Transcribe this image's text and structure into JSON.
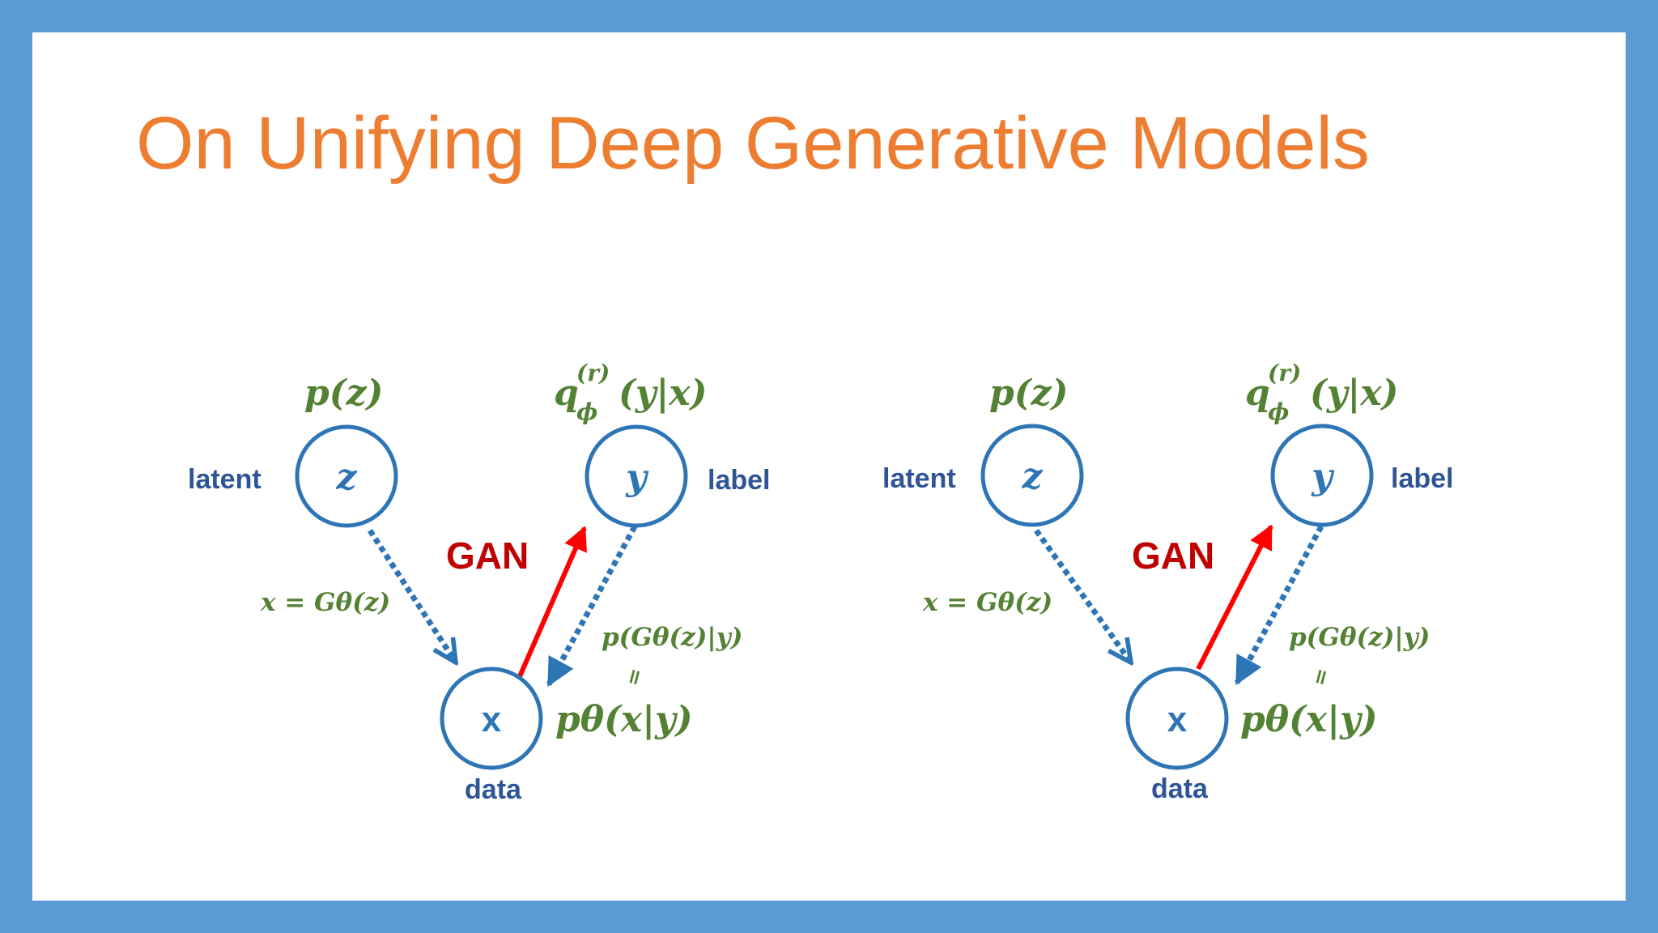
{
  "slide": {
    "title": "On Unifying Deep Generative Models",
    "colors": {
      "frame": "#5b9bd5",
      "title": "#ed7d31",
      "node": "#2e75b6",
      "role_label": "#2f5597",
      "gan": "#c00000",
      "math": "#548235",
      "red_arrow": "#ff0000"
    }
  },
  "diagrams": [
    {
      "latent_label": "latent",
      "label_label": "label",
      "data_label": "data",
      "gan_label": "GAN",
      "z_node": "z",
      "y_node": "y",
      "x_node": "x",
      "prior_formula": "p(z)",
      "q_base": "q",
      "q_sub": "ϕ",
      "q_sup": "(r)",
      "q_args": "(y|x)",
      "generator_formula": "x = Gθ(z)",
      "conditional_top": "p(Gθ(z)|y)",
      "equals_symbol": "=",
      "conditional_bottom": "pθ(x|y)"
    },
    {
      "latent_label": "latent",
      "label_label": "label",
      "data_label": "data",
      "gan_label": "GAN",
      "z_node": "z",
      "y_node": "y",
      "x_node": "x",
      "prior_formula": "p(z)",
      "q_base": "q",
      "q_sub": "ϕ",
      "q_sup": "(r)",
      "q_args": "(y|x)",
      "generator_formula": "x = Gθ(z)",
      "conditional_top": "p(Gθ(z)|y)",
      "equals_symbol": "=",
      "conditional_bottom": "pθ(x|y)"
    }
  ]
}
